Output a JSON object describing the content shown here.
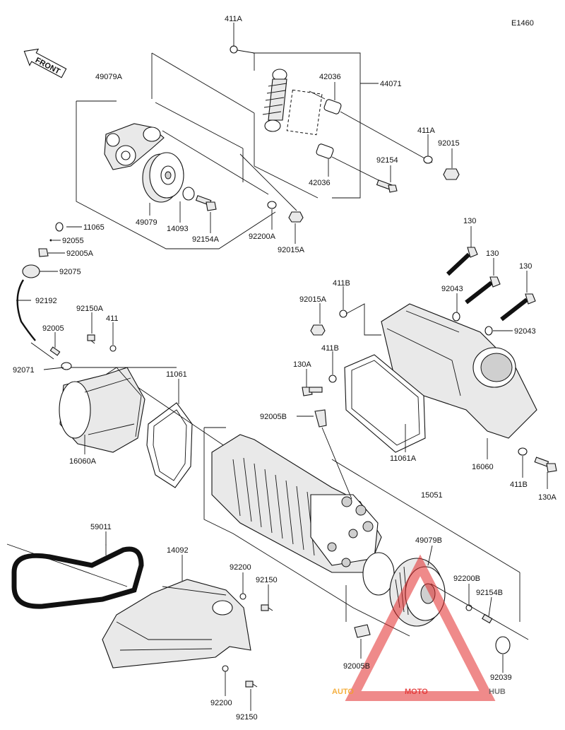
{
  "diagram_code": "E1460",
  "front_label": "FRONT",
  "watermark": {
    "part1": "AUTO",
    "part2": "MOTO",
    "part3": "HUB",
    "color_red": "#e22a2a",
    "color_orange": "#f3a21f",
    "color_gray": "#5d5d5d"
  },
  "labels": {
    "l411A_top": "411A",
    "l42036_a": "42036",
    "l44071": "44071",
    "l49079A": "49079A",
    "l411A_r": "411A",
    "l92015": "92015",
    "l92154": "92154",
    "l42036_b": "42036",
    "l11065": "11065",
    "l92055": "92055",
    "l92005A": "92005A",
    "l92075": "92075",
    "l49079": "49079",
    "l14093": "14093",
    "l92154A": "92154A",
    "l92200A": "92200A",
    "l92015A_a": "92015A",
    "l130_a": "130",
    "l130_b": "130",
    "l130_c": "130",
    "l92192": "92192",
    "l92150A": "92150A",
    "l411": "411",
    "l92015A_b": "92015A",
    "l411B_a": "411B",
    "l92043_a": "92043",
    "l92043_b": "92043",
    "l92005": "92005",
    "l411B_b": "411B",
    "l92071": "92071",
    "l11061": "11061",
    "l130A_a": "130A",
    "l92005B_a": "92005B",
    "l16060A": "16060A",
    "l11061A": "11061A",
    "l16060": "16060",
    "l411B_c": "411B",
    "l130A_b": "130A",
    "l15051": "15051",
    "l59011": "59011",
    "l49079B": "49079B",
    "l14092": "14092",
    "l92200_a": "92200",
    "l92200B": "92200B",
    "l92150_a": "92150",
    "l92154B": "92154B",
    "l92005B_b": "92005B",
    "l92039": "92039",
    "l92200_b": "92200",
    "l92150_b": "92150"
  }
}
